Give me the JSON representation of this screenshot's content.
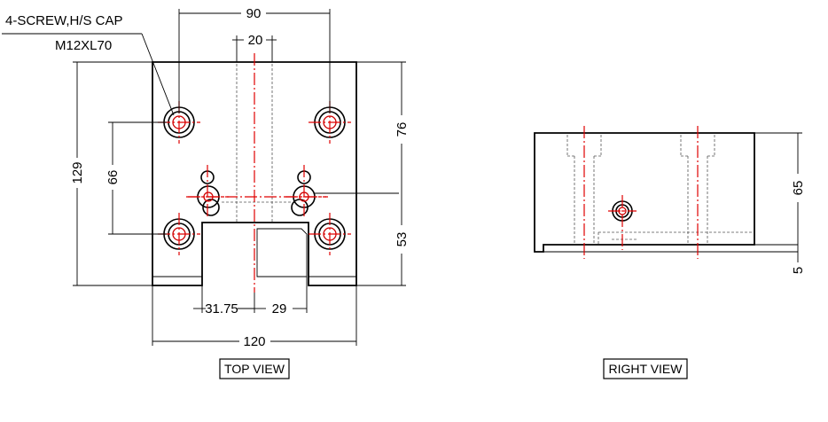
{
  "top_view": {
    "title": "TOP VIEW",
    "screw_note": {
      "line1": "4-SCREW,H/S CAP",
      "line2": "M12XL70"
    },
    "dimensions": {
      "hole_pitch_x": "90",
      "slot_width": "20",
      "overall_height": "129",
      "hole_pitch_y": "66",
      "upper_offset": "76",
      "lower_offset": "53",
      "notch_left": "31.75",
      "notch_width": "29",
      "overall_width": "120"
    }
  },
  "right_view": {
    "title": "RIGHT VIEW",
    "dimensions": {
      "height": "65",
      "step": "5"
    }
  }
}
